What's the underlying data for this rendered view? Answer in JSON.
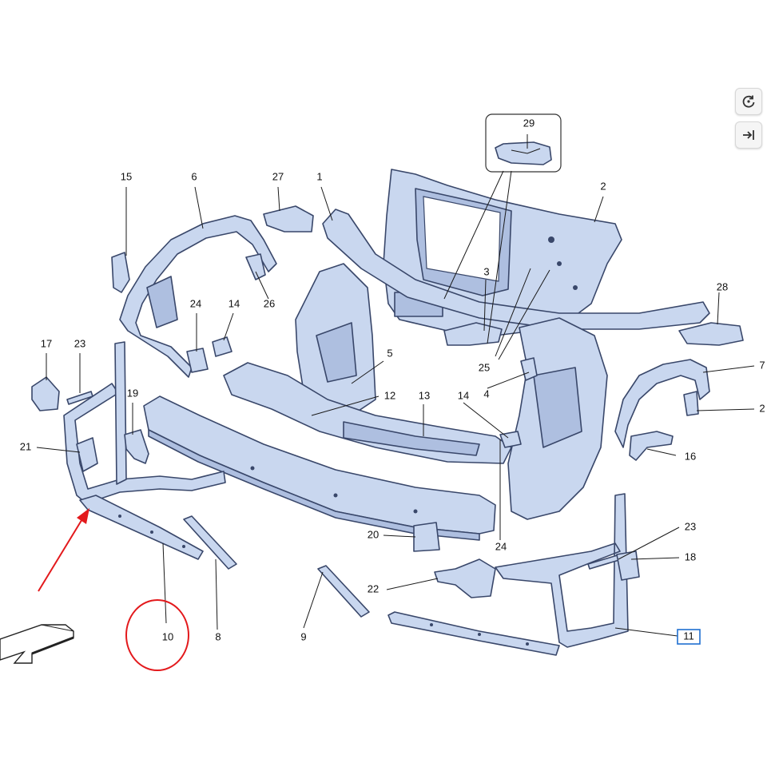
{
  "toolbar": {
    "reset_icon": "rotate-reset-icon",
    "collapse_icon": "arrow-to-edge-icon"
  },
  "colors": {
    "part_fill": "#c9d7ef",
    "part_stroke": "#39476a",
    "annotation_red": "#e3191c",
    "highlight_box": "#1f6fd1"
  },
  "callouts": {
    "c1": "1",
    "c2": "2",
    "c2b": "2",
    "c3": "3",
    "c4": "4",
    "c5": "5",
    "c6": "6",
    "c7": "7",
    "c8": "8",
    "c9": "9",
    "c10": "10",
    "c11": "11",
    "c12": "12",
    "c13": "13",
    "c14": "14",
    "c14b": "14",
    "c15": "15",
    "c16": "16",
    "c17": "17",
    "c18": "18",
    "c19": "19",
    "c20": "20",
    "c21": "21",
    "c22": "22",
    "c23": "23",
    "c23b": "23",
    "c24": "24",
    "c24b": "24",
    "c25": "25",
    "c26": "26",
    "c27": "27",
    "c28": "28",
    "c29": "29"
  }
}
